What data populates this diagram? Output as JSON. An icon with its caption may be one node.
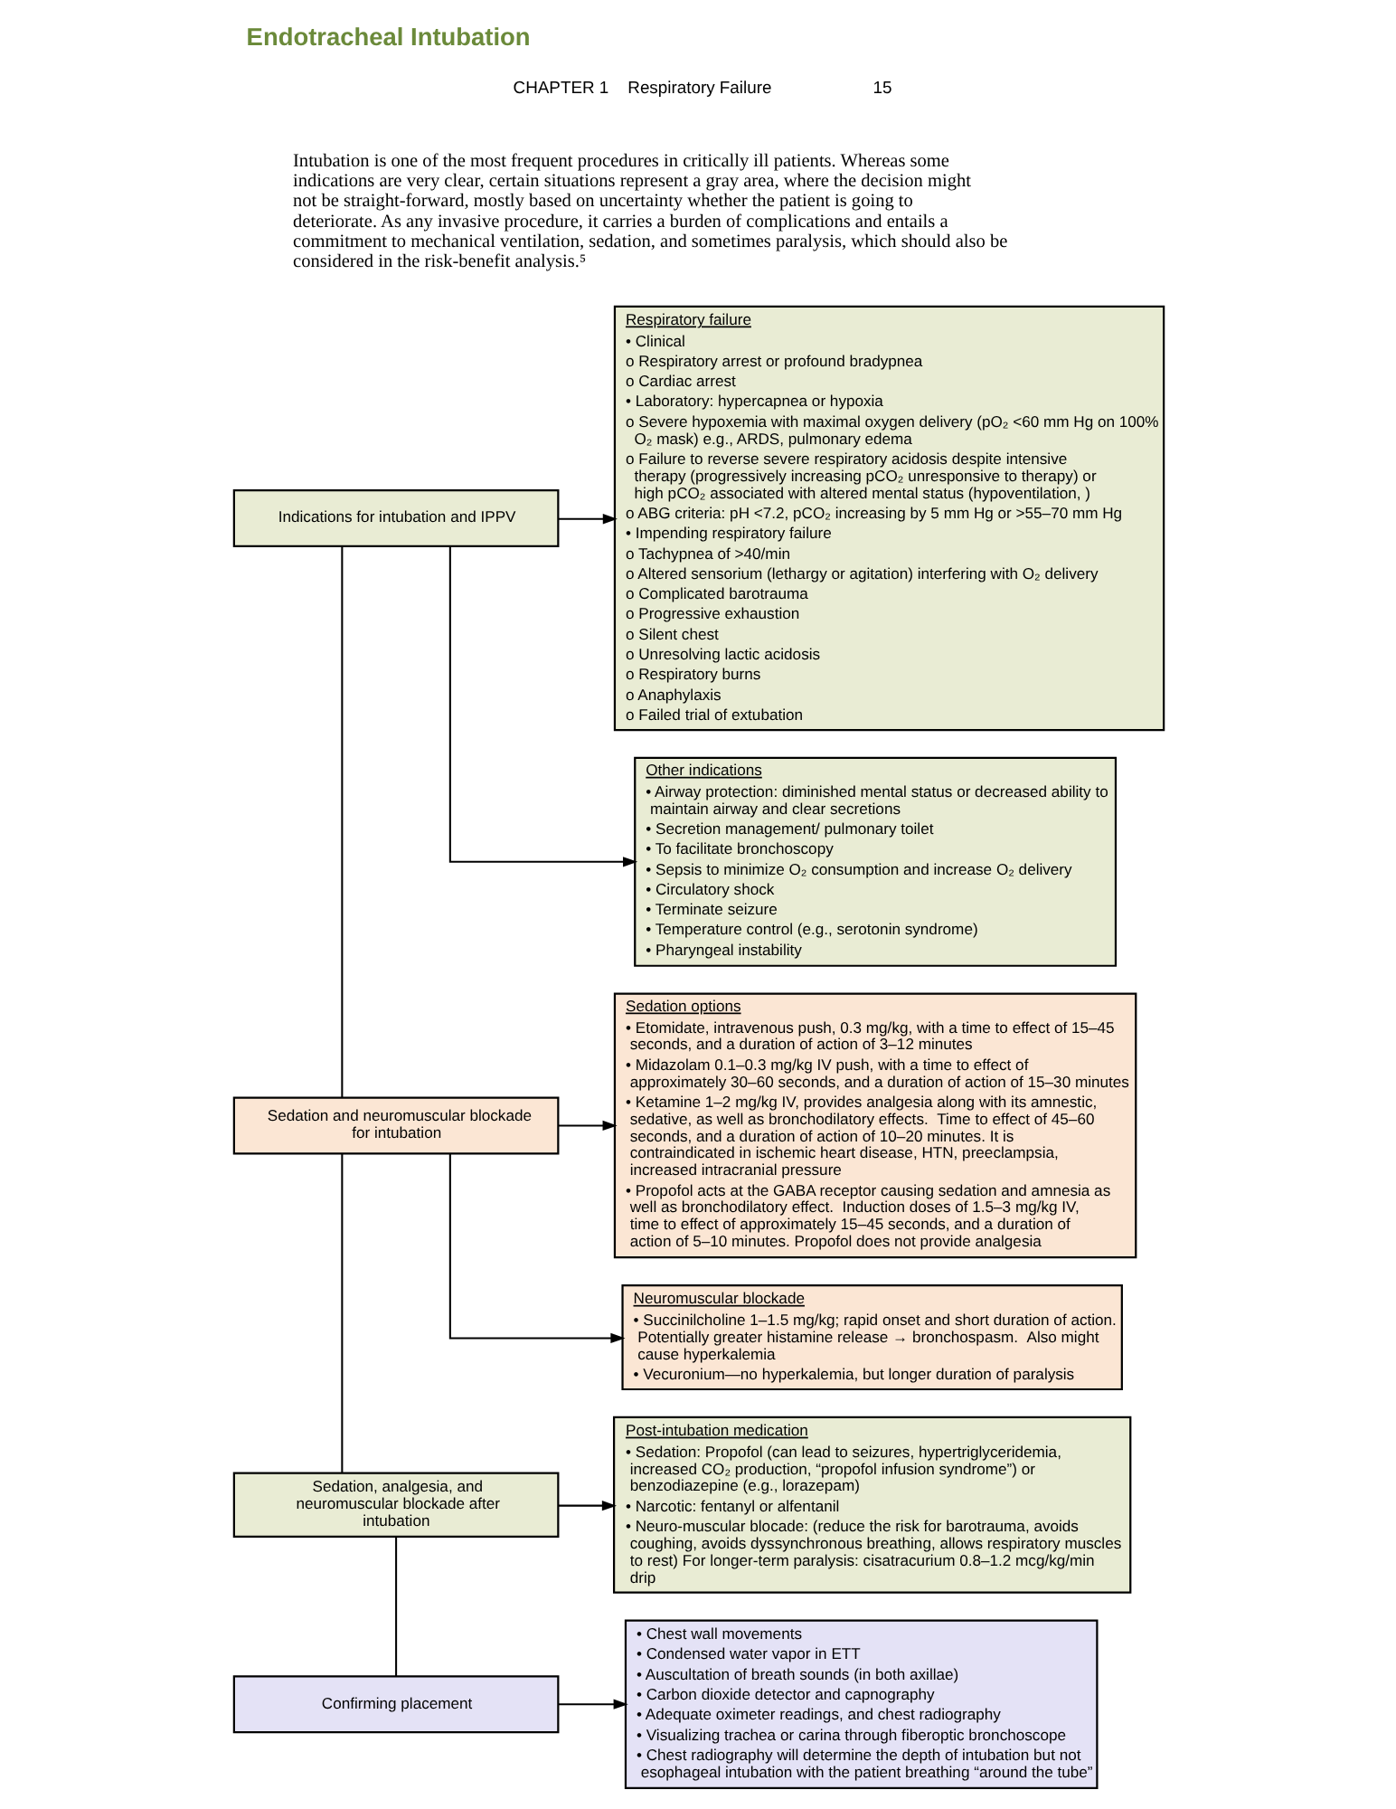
{
  "diagram": {
    "title": "Endotracheal Intubation",
    "nodes": [
      {
        "text": [
          "Indications for intubation and IPPV"
        ]
      },
      {
        "text": [
          "Respiratory failure",
          "• Clinical",
          "o Respiratory arrest or profound bradypnea",
          "o Cardiac arrest",
          "• Laboratory: hypercapnea or hypoxia",
          "o Severe hypoxemia with maximal oxygen delivery (pO₂ <60 mm Hg on 100% O₂ mask) e.g., ARDS, pulmonary edema",
          "o Failure to reverse severe respiratory acidosis despite intensive therapy (progressively increasing pCO₂ unresponsive to therapy) or high pCO₂ associated with altered mental status (hypoventilation, )",
          "o ABG criteria: pH <7.2, pCO₂ increasing by 5 mm Hg or >55–70 mm Hg",
          "• Impending respiratory failure",
          "o Tachypnea of >40/min",
          "o Altered sensorium (lethargy or agitation) interfering with O₂ delivery",
          "o Complicated barotrauma",
          "o Progressive exhaustion",
          "o Silent chest",
          "o Unresolving lactic acidosis",
          "o Respiratory burns",
          "o Anaphylaxis",
          "o Failed trial of extubation"
        ]
      },
      {
        "text": [
          "Other indications",
          "• Airway protection: diminished mental status or decreased ability to maintain airway and clear secretions",
          "• Secretion management/ pulmonary toilet",
          "• To facilitate bronchoscopy",
          "• Sepsis to minimize O₂ consumption and increase O₂ delivery",
          "• Circulatory shock",
          "• Terminate seizure",
          "• Temperature control (e.g., serotonin syndrome)",
          "• Pharyngeal instability"
        ]
      },
      {
        "text": [
          "Sedation and neuromuscular blockade for intubation"
        ]
      },
      {
        "text": [
          "Sedation options",
          "• Etomidate, intravenous push, 0.3 mg/kg, with a time to effect of 15–45 seconds, and a duration of action of 3–12 minutes",
          "• Midazolam 0.1–0.3 mg/kg IV push, with a time to effect of approximately 30–60 seconds, and a duration of action of 15–30 minutes",
          "• Ketamine 1–2 mg/kg IV, provides analgesia along with its amnestic, sedative, as well as bronchodilatory effects.  Time to effect of 45–60 seconds, and a duration of action of 10–20 minutes. It is contraindicated in ischemic heart disease, HTN, preeclampsia, increased intracranial pressure",
          "• Propofol acts at the GABA receptor causing sedation and amnesia as well as bronchodilatory effect.  Induction doses of 1.5–3 mg/kg IV, time to effect of approximately 15–45 seconds, and a duration of action of 5–10 minutes. Propofol does not provide analgesia"
        ]
      },
      {
        "text": [
          "Neuromuscular blockade",
          "• Succinilcholine 1–1.5 mg/kg; rapid onset and short duration of action. Potentially greater histamine release → bronchospasm.  Also might cause hyperkalemia",
          "• Vecuronium—no hyperkalemia, but longer duration of paralysis"
        ]
      },
      {
        "text": [
          "Sedation, analgesia, and neuromuscular blockade after intubation"
        ]
      },
      {
        "text": [
          "Post-intubation medication",
          "• Sedation: Propofol (can lead to seizures, hypertriglyceridemia, increased CO₂ production, “propofol infusion syndrome”) or benzodiazepine (e.g., lorazepam)",
          "• Narcotic: fentanyl or alfentanil",
          "• Neuro-muscular blocade: (reduce the risk for barotrauma, avoids coughing, avoids dyssynchronous breathing, allows respiratory muscles to rest) For longer-term paralysis: cisatracurium 0.8–1.2 mcg/kg/min drip"
        ]
      },
      {
        "text": [
          "Confirming placement"
        ]
      },
      {
        "text": [
          "• Chest wall movements",
          "• Condensed water vapor in ETT",
          "• Auscultation of breath sounds (in both axillae)",
          "• Carbon dioxide detector and capnography",
          "• Adequate oximeter readings, and chest radiography",
          "• Visualizing trachea or carina through fiberoptic bronchoscope",
          "• Chest radiography will determine the depth of intubation but not esophageal intubation with the patient breathing “around the tube”"
        ]
      }
    ],
    "edges": [
      {
        "from": 0,
        "to": 1,
        "arrow": "to"
      },
      {
        "from": 0,
        "to": 2,
        "arrow": "to"
      },
      {
        "from": 0,
        "to": 3,
        "arrow": "none"
      },
      {
        "from": 3,
        "to": 4,
        "arrow": "to"
      },
      {
        "from": 3,
        "to": 5,
        "arrow": "to"
      },
      {
        "from": 3,
        "to": 6,
        "arrow": "none"
      },
      {
        "from": 6,
        "to": 7,
        "arrow": "to"
      },
      {
        "from": 6,
        "to": 8,
        "arrow": "none"
      },
      {
        "from": 8,
        "to": 9,
        "arrow": "to"
      }
    ],
    "labels": [
      "CHAPTER 1    Respiratory Failure",
      "15",
      "Intubation is one of the most frequent procedures in critically ill patients. Whereas some indications are very clear, certain situations represent a gray area, where the decision might not be straight-forward, mostly based on uncertainty whether the patient is going to deteriorate. As any invasive procedure, it carries a burden of complications and entails a commitment to mechanical ventilation, sedation, and sometimes paralysis, which should also be considered in the risk-benefit analysis.⁵"
    ]
  }
}
